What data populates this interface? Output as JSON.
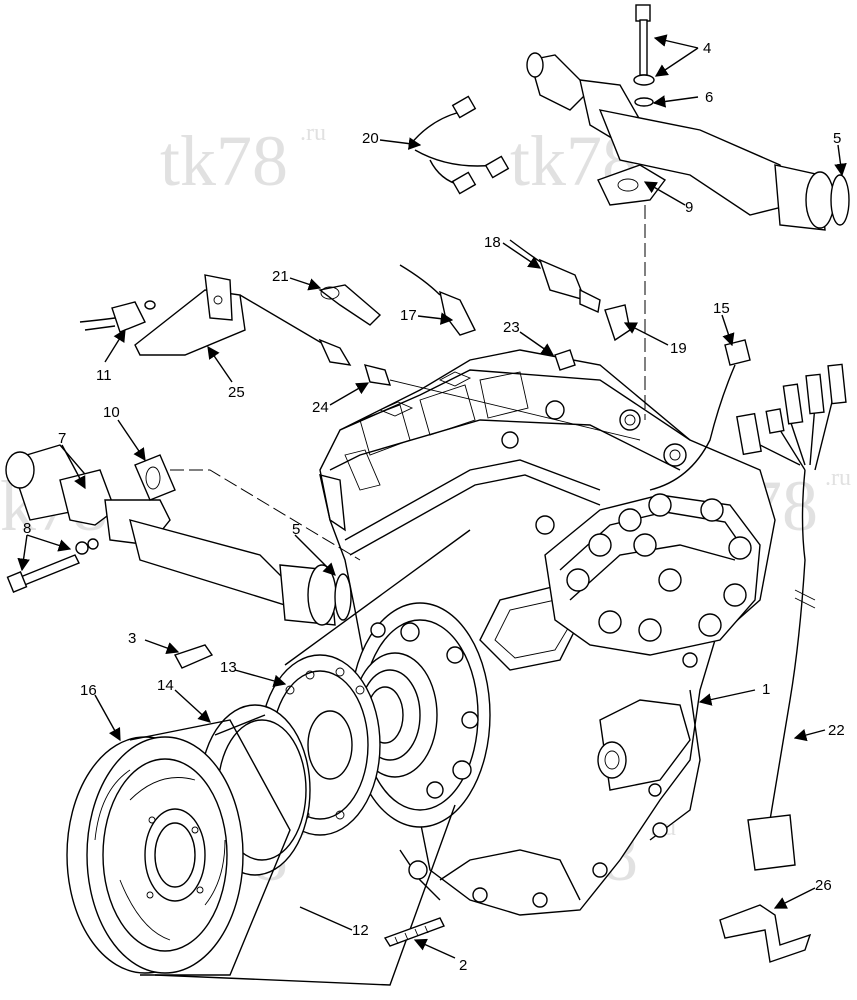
{
  "watermark": {
    "main": "tk78",
    "suffix": ".ru"
  },
  "callouts": [
    {
      "id": "c1",
      "label": "1"
    },
    {
      "id": "c2",
      "label": "2"
    },
    {
      "id": "c3",
      "label": "3"
    },
    {
      "id": "c4",
      "label": "4"
    },
    {
      "id": "c5a",
      "label": "5"
    },
    {
      "id": "c5b",
      "label": "5"
    },
    {
      "id": "c6",
      "label": "6"
    },
    {
      "id": "c7",
      "label": "7"
    },
    {
      "id": "c8",
      "label": "8"
    },
    {
      "id": "c9",
      "label": "9"
    },
    {
      "id": "c10",
      "label": "10"
    },
    {
      "id": "c11",
      "label": "11"
    },
    {
      "id": "c12",
      "label": "12"
    },
    {
      "id": "c13",
      "label": "13"
    },
    {
      "id": "c14",
      "label": "14"
    },
    {
      "id": "c15",
      "label": "15"
    },
    {
      "id": "c16",
      "label": "16"
    },
    {
      "id": "c17",
      "label": "17"
    },
    {
      "id": "c18",
      "label": "18"
    },
    {
      "id": "c19",
      "label": "19"
    },
    {
      "id": "c20",
      "label": "20"
    },
    {
      "id": "c21",
      "label": "21"
    },
    {
      "id": "c22",
      "label": "22"
    },
    {
      "id": "c23",
      "label": "23"
    },
    {
      "id": "c24",
      "label": "24"
    },
    {
      "id": "c25",
      "label": "25"
    },
    {
      "id": "c26",
      "label": "26"
    }
  ]
}
